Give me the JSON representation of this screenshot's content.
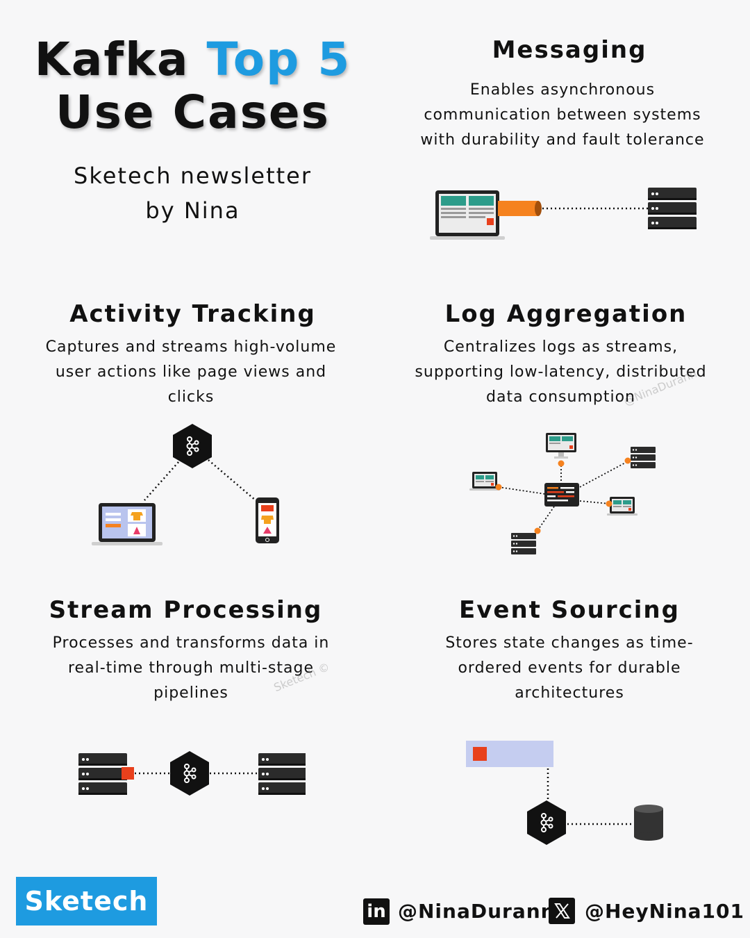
{
  "header": {
    "title_part1": "Kafka",
    "title_accent": "Top 5",
    "title_line2": "Use Cases",
    "subtitle_line1": "Sketech newsletter",
    "subtitle_line2": "by Nina"
  },
  "sections": {
    "messaging": {
      "title": "Messaging",
      "desc": [
        "Enables asynchronous",
        "communication between systems",
        "with durability and fault tolerance"
      ]
    },
    "activity": {
      "title": "Activity Tracking",
      "desc": [
        "Captures and streams high-volume",
        "user actions like page views and",
        "clicks"
      ]
    },
    "logs": {
      "title": "Log Aggregation",
      "desc": [
        "Centralizes logs as streams,",
        "supporting low-latency, distributed",
        "data consumption"
      ]
    },
    "stream": {
      "title": "Stream Processing",
      "desc": [
        "Processes and transforms data in",
        "real-time through multi-stage",
        "pipelines"
      ]
    },
    "events": {
      "title": "Event Sourcing",
      "desc": [
        "Stores state changes as time-",
        "ordered events for durable",
        "architectures"
      ]
    }
  },
  "footer": {
    "brand": "Sketech",
    "linkedin_handle": "@NinaDurann",
    "x_handle": "@HeyNina101",
    "linkedin_icon": "linkedin-icon",
    "x_icon": "x-icon"
  },
  "watermarks": {
    "w1": "@NinaDurann",
    "w2": "Sketech ©"
  },
  "colors": {
    "accent": "#1e9be0",
    "orange": "#f5821f",
    "red": "#e8401c",
    "lavender": "#c5cdf0"
  }
}
